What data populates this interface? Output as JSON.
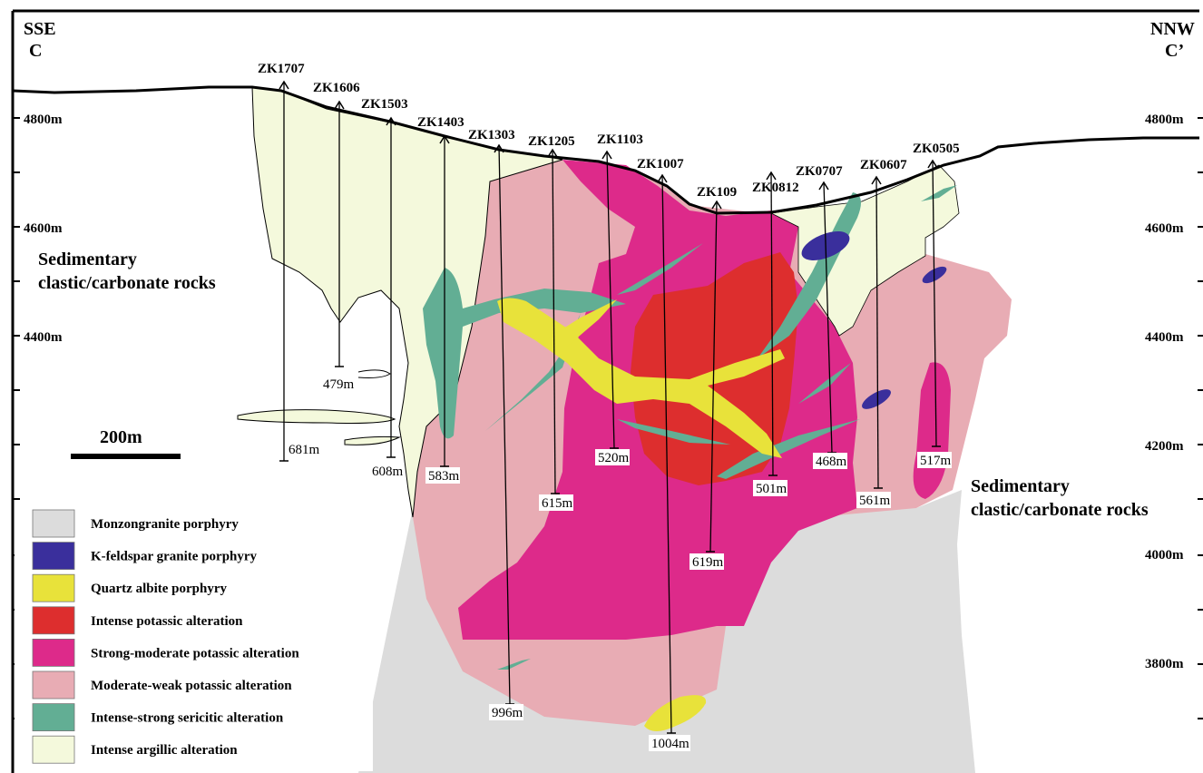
{
  "section": {
    "left_bearing": "SSE",
    "left_label": "C",
    "right_bearing": "NNW",
    "right_label": "C’"
  },
  "elevations": [
    "4800m",
    "4600m",
    "4400m",
    "4200m",
    "4000m",
    "3800m"
  ],
  "scale_bar": "200m",
  "host_rock_label_left": [
    "Sedimentary",
    "clastic/carbonate rocks"
  ],
  "host_rock_label_right": [
    "Sedimentary",
    "clastic/carbonate rocks"
  ],
  "drillholes": [
    {
      "name": "ZK1707",
      "depth": "681m"
    },
    {
      "name": "ZK1606",
      "depth": "479m"
    },
    {
      "name": "ZK1503",
      "depth": "608m"
    },
    {
      "name": "ZK1403",
      "depth": "583m"
    },
    {
      "name": "ZK1303",
      "depth": "996m"
    },
    {
      "name": "ZK1205",
      "depth": "615m"
    },
    {
      "name": "ZK1103",
      "depth": "520m"
    },
    {
      "name": "ZK1007",
      "depth": "1004m"
    },
    {
      "name": "ZK109",
      "depth": "619m"
    },
    {
      "name": "ZK0812",
      "depth": "501m"
    },
    {
      "name": "ZK0707",
      "depth": "468m"
    },
    {
      "name": "ZK0607",
      "depth": "561m"
    },
    {
      "name": "ZK0505",
      "depth": "517m"
    }
  ],
  "legend": [
    {
      "label": "Monzongranite porphyry",
      "color": "#dcdcdc"
    },
    {
      "label": "K-feldspar granite porphyry",
      "color": "#3a2f9c"
    },
    {
      "label": "Quartz albite porphyry",
      "color": "#e8e23a"
    },
    {
      "label": "Intense potassic alteration",
      "color": "#dd2e2e"
    },
    {
      "label": "Strong-moderate potassic alteration",
      "color": "#dd2a8a"
    },
    {
      "label": "Moderate-weak potassic alteration",
      "color": "#e8acb4"
    },
    {
      "label": "Intense-strong sericitic alteration",
      "color": "#62ae94"
    },
    {
      "label": "Intense argillic alteration",
      "color": "#f4f9dc"
    }
  ]
}
